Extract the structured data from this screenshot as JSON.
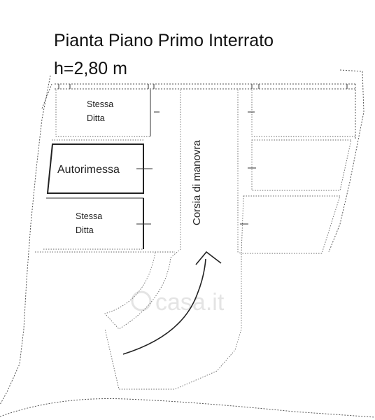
{
  "title": {
    "line1": "Pianta Piano Primo Interrato",
    "line2": "h=2,80 m"
  },
  "rooms": {
    "top_left": {
      "line1": "Stessa",
      "line2": "Ditta"
    },
    "middle_left": {
      "label": "Autorimessa"
    },
    "bottom_left": {
      "line1": "Stessa",
      "line2": "Ditta"
    },
    "corridor": {
      "label": "Corsia di manovra"
    }
  },
  "watermark": {
    "text": "casa.it"
  },
  "colors": {
    "lines": "#222222",
    "dashed": "#555555",
    "watermark": "#e4e4e4",
    "background": "#ffffff"
  }
}
